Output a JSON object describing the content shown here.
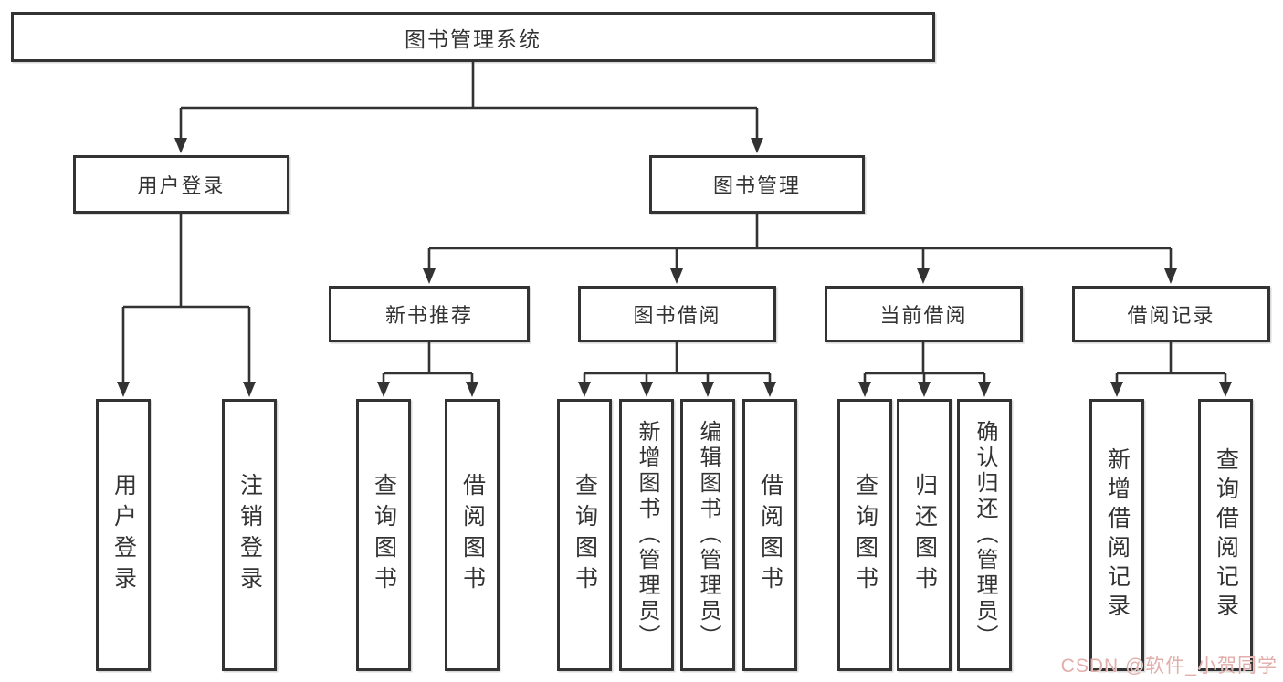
{
  "diagram": {
    "type": "tree",
    "title": "图书管理系统",
    "watermark": "CSDN @软件_小贺同学",
    "colors": {
      "line": "#333333",
      "border": "#333333",
      "text": "#333333",
      "background": "#ffffff",
      "watermark": "#e2aeaa"
    },
    "nodes": {
      "root": {
        "label": "图书管理系统"
      },
      "user_login": {
        "label": "用户登录"
      },
      "book_mgmt": {
        "label": "图书管理"
      },
      "new_book_rec": {
        "label": "新书推荐"
      },
      "book_borrow": {
        "label": "图书借阅"
      },
      "current_borrow": {
        "label": "当前借阅"
      },
      "borrow_records": {
        "label": "借阅记录"
      },
      "v_user_login": {
        "label": "用户登录"
      },
      "v_logout": {
        "label": "注销登录"
      },
      "v_query_books_1": {
        "label": "查询图书"
      },
      "v_borrow_books_1": {
        "label": "借阅图书"
      },
      "v_query_books_2": {
        "label": "查询图书"
      },
      "v_add_books": {
        "label": "新增图书（管理员）"
      },
      "v_edit_books": {
        "label": "编辑图书（管理员）"
      },
      "v_borrow_books_2": {
        "label": "借阅图书"
      },
      "v_query_books_3": {
        "label": "查询图书"
      },
      "v_return_books": {
        "label": "归还图书"
      },
      "v_confirm_return": {
        "label": "确认归还（管理员）"
      },
      "v_add_borrow_record": {
        "label": "新增借阅记录"
      },
      "v_query_borrow_record": {
        "label": "查询借阅记录"
      }
    },
    "edges": [
      [
        "root",
        "user_login"
      ],
      [
        "root",
        "book_mgmt"
      ],
      [
        "user_login",
        "v_user_login"
      ],
      [
        "user_login",
        "v_logout"
      ],
      [
        "book_mgmt",
        "new_book_rec"
      ],
      [
        "book_mgmt",
        "book_borrow"
      ],
      [
        "book_mgmt",
        "current_borrow"
      ],
      [
        "book_mgmt",
        "borrow_records"
      ],
      [
        "new_book_rec",
        "v_query_books_1"
      ],
      [
        "new_book_rec",
        "v_borrow_books_1"
      ],
      [
        "book_borrow",
        "v_query_books_2"
      ],
      [
        "book_borrow",
        "v_add_books"
      ],
      [
        "book_borrow",
        "v_edit_books"
      ],
      [
        "book_borrow",
        "v_borrow_books_2"
      ],
      [
        "current_borrow",
        "v_query_books_3"
      ],
      [
        "current_borrow",
        "v_return_books"
      ],
      [
        "current_borrow",
        "v_confirm_return"
      ],
      [
        "borrow_records",
        "v_add_borrow_record"
      ],
      [
        "borrow_records",
        "v_query_borrow_record"
      ]
    ]
  }
}
